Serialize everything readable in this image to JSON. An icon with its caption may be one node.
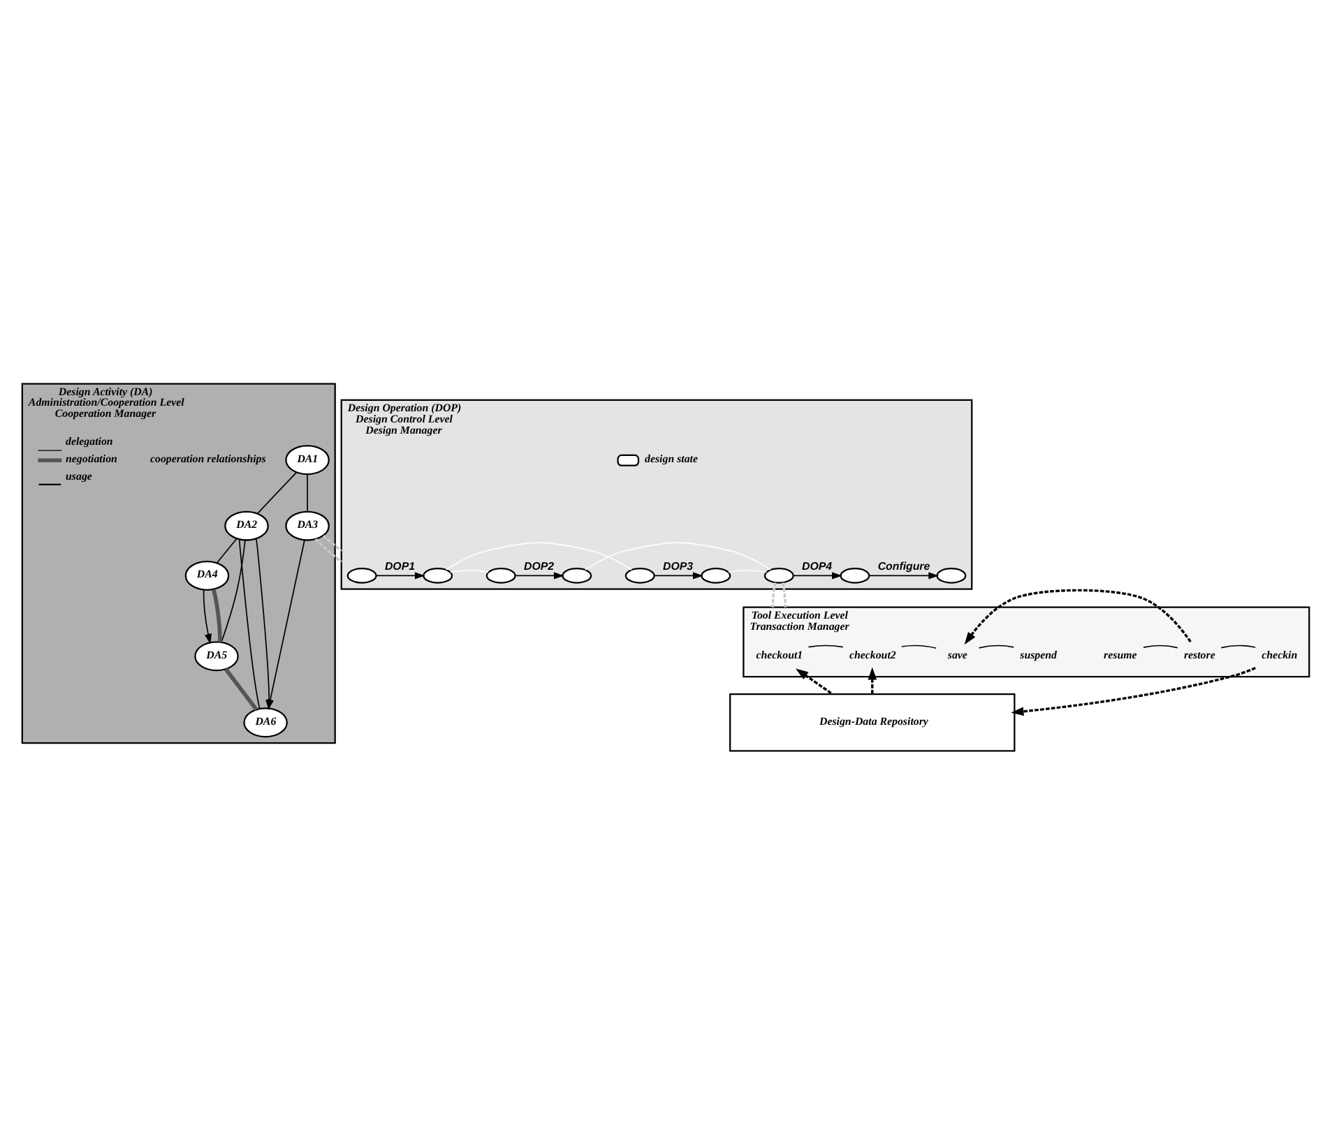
{
  "diagram": {
    "nodes": [
      {
        "text": [
          "Design Activity (DA)",
          "Administration/Cooperation Level",
          "Cooperation Manager"
        ]
      },
      {
        "text": [
          "DA1"
        ],
        "in": 0
      },
      {
        "text": [
          "DA2"
        ],
        "in": 0
      },
      {
        "text": [
          "DA3"
        ],
        "in": 0
      },
      {
        "text": [
          "DA4"
        ],
        "in": 0
      },
      {
        "text": [
          "DA5"
        ],
        "in": 0
      },
      {
        "text": [
          "DA6"
        ],
        "in": 0
      },
      {
        "text": [
          "Design Operation (DOP)",
          "Design Control Level",
          "Design Manager"
        ]
      },
      {
        "text": [],
        "shape": "ellipse",
        "in": 7
      },
      {
        "text": [],
        "shape": "ellipse",
        "in": 7
      },
      {
        "text": [],
        "shape": "ellipse",
        "in": 7
      },
      {
        "text": [],
        "shape": "ellipse",
        "in": 7
      },
      {
        "text": [],
        "shape": "ellipse",
        "in": 7
      },
      {
        "text": [],
        "shape": "ellipse",
        "in": 7
      },
      {
        "text": [],
        "shape": "ellipse",
        "in": 7
      },
      {
        "text": [],
        "shape": "ellipse",
        "in": 7
      },
      {
        "text": [],
        "shape": "ellipse",
        "in": 7
      },
      {
        "text": [
          "Tool Execution Level",
          "Transaction Manager"
        ]
      },
      {
        "text": [
          "checkout1"
        ],
        "in": 17
      },
      {
        "text": [
          "checkout2"
        ],
        "in": 17
      },
      {
        "text": [
          "save"
        ],
        "in": 17
      },
      {
        "text": [
          "suspend"
        ],
        "in": 17
      },
      {
        "text": [
          "resume"
        ],
        "in": 17
      },
      {
        "text": [
          "restore"
        ],
        "in": 17
      },
      {
        "text": [
          "checkin"
        ],
        "in": 17
      },
      {
        "text": [
          "Design-Data Repository"
        ]
      }
    ],
    "edges": [
      {
        "from": 1,
        "to": 2,
        "arrow": "none"
      },
      {
        "from": 1,
        "to": 3,
        "arrow": "none"
      },
      {
        "from": 2,
        "to": 4,
        "arrow": "none"
      },
      {
        "from": 2,
        "to": 5,
        "arrow": "none"
      },
      {
        "from": 2,
        "to": 6,
        "arrow": "none"
      },
      {
        "from": 2,
        "to": 6,
        "arrow": "to"
      },
      {
        "from": 3,
        "to": 6,
        "arrow": "to"
      },
      {
        "from": 4,
        "to": 5,
        "arrow": "to"
      },
      {
        "from": 4,
        "to": 5,
        "arrow": "none",
        "style": "thick",
        "color": "#555555"
      },
      {
        "from": 5,
        "to": 6,
        "arrow": "none",
        "style": "thick",
        "color": "#555555"
      },
      {
        "from": 3,
        "to": 7,
        "arrow": "none",
        "style": "dashed",
        "color": "#c8c8c8"
      },
      {
        "from": 3,
        "to": 7,
        "arrow": "none",
        "style": "dashed",
        "color": "#c8c8c8"
      },
      {
        "from": 8,
        "to": 9,
        "arrow": "to",
        "label": "DOP1"
      },
      {
        "from": 9,
        "to": 10,
        "arrow": "none",
        "color": "#ffffff"
      },
      {
        "from": 9,
        "to": 12,
        "arrow": "none",
        "color": "#ffffff"
      },
      {
        "from": 10,
        "to": 11,
        "arrow": "to",
        "label": "DOP2"
      },
      {
        "from": 12,
        "to": 13,
        "arrow": "to",
        "label": "DOP3"
      },
      {
        "from": 11,
        "to": 14,
        "arrow": "none",
        "color": "#ffffff"
      },
      {
        "from": 13,
        "to": 14,
        "arrow": "none",
        "color": "#ffffff"
      },
      {
        "from": 14,
        "to": 15,
        "arrow": "to",
        "label": "DOP4"
      },
      {
        "from": 15,
        "to": 16,
        "arrow": "to",
        "label": "Configure"
      },
      {
        "from": 14,
        "to": 17,
        "arrow": "none",
        "style": "dashed",
        "color": "#c8c8c8"
      },
      {
        "from": 14,
        "to": 17,
        "arrow": "none",
        "style": "dashed",
        "color": "#c8c8c8"
      },
      {
        "from": 18,
        "to": 19,
        "arrow": "none"
      },
      {
        "from": 19,
        "to": 20,
        "arrow": "none"
      },
      {
        "from": 20,
        "to": 21,
        "arrow": "none"
      },
      {
        "from": 22,
        "to": 23,
        "arrow": "none"
      },
      {
        "from": 23,
        "to": 24,
        "arrow": "none"
      },
      {
        "from": 23,
        "to": 20,
        "arrow": "to",
        "style": "dashed"
      },
      {
        "from": 25,
        "to": 18,
        "arrow": "to",
        "style": "dashed"
      },
      {
        "from": 25,
        "to": 19,
        "arrow": "to",
        "style": "dashed"
      },
      {
        "from": 24,
        "to": 25,
        "arrow": "to",
        "style": "dashed"
      }
    ],
    "labels": [
      "cooperation relationships"
    ],
    "legend": [
      {
        "text": "delegation"
      },
      {
        "text": "negotiation"
      },
      {
        "text": "usage"
      },
      {
        "text": "design state"
      }
    ]
  }
}
